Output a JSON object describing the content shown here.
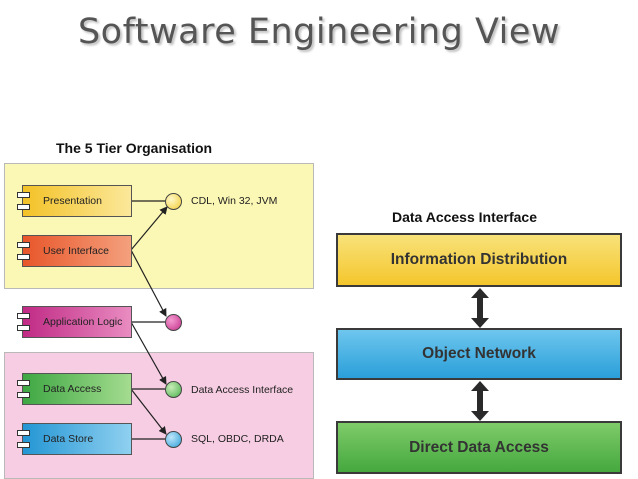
{
  "title": "Software Engineering View",
  "tier_diagram": {
    "heading": "The 5 Tier Organisation",
    "components": {
      "presentation": "Presentation",
      "user_interface": "User Interface",
      "application_logic": "Application Logic",
      "data_access": "Data Access",
      "data_store": "Data Store"
    },
    "nodes": {
      "cdl": "CDL, Win 32, JVM",
      "data_access_interface": "Data Access Interface",
      "sql": "SQL, OBDC, DRDA"
    }
  },
  "dai_diagram": {
    "heading": "Data Access Interface",
    "layers": {
      "information_distribution": "Information Distribution",
      "object_network": "Object Network",
      "direct_data_access": "Direct Data Access"
    }
  },
  "colors": {
    "yellow_zone": "#fbf7b4",
    "pink_zone": "#f6cde2",
    "yellow": "#f5cf3a",
    "orange": "#ea6a36",
    "magenta": "#c5308a",
    "green": "#4bb04e",
    "blue": "#2e9fd8"
  }
}
